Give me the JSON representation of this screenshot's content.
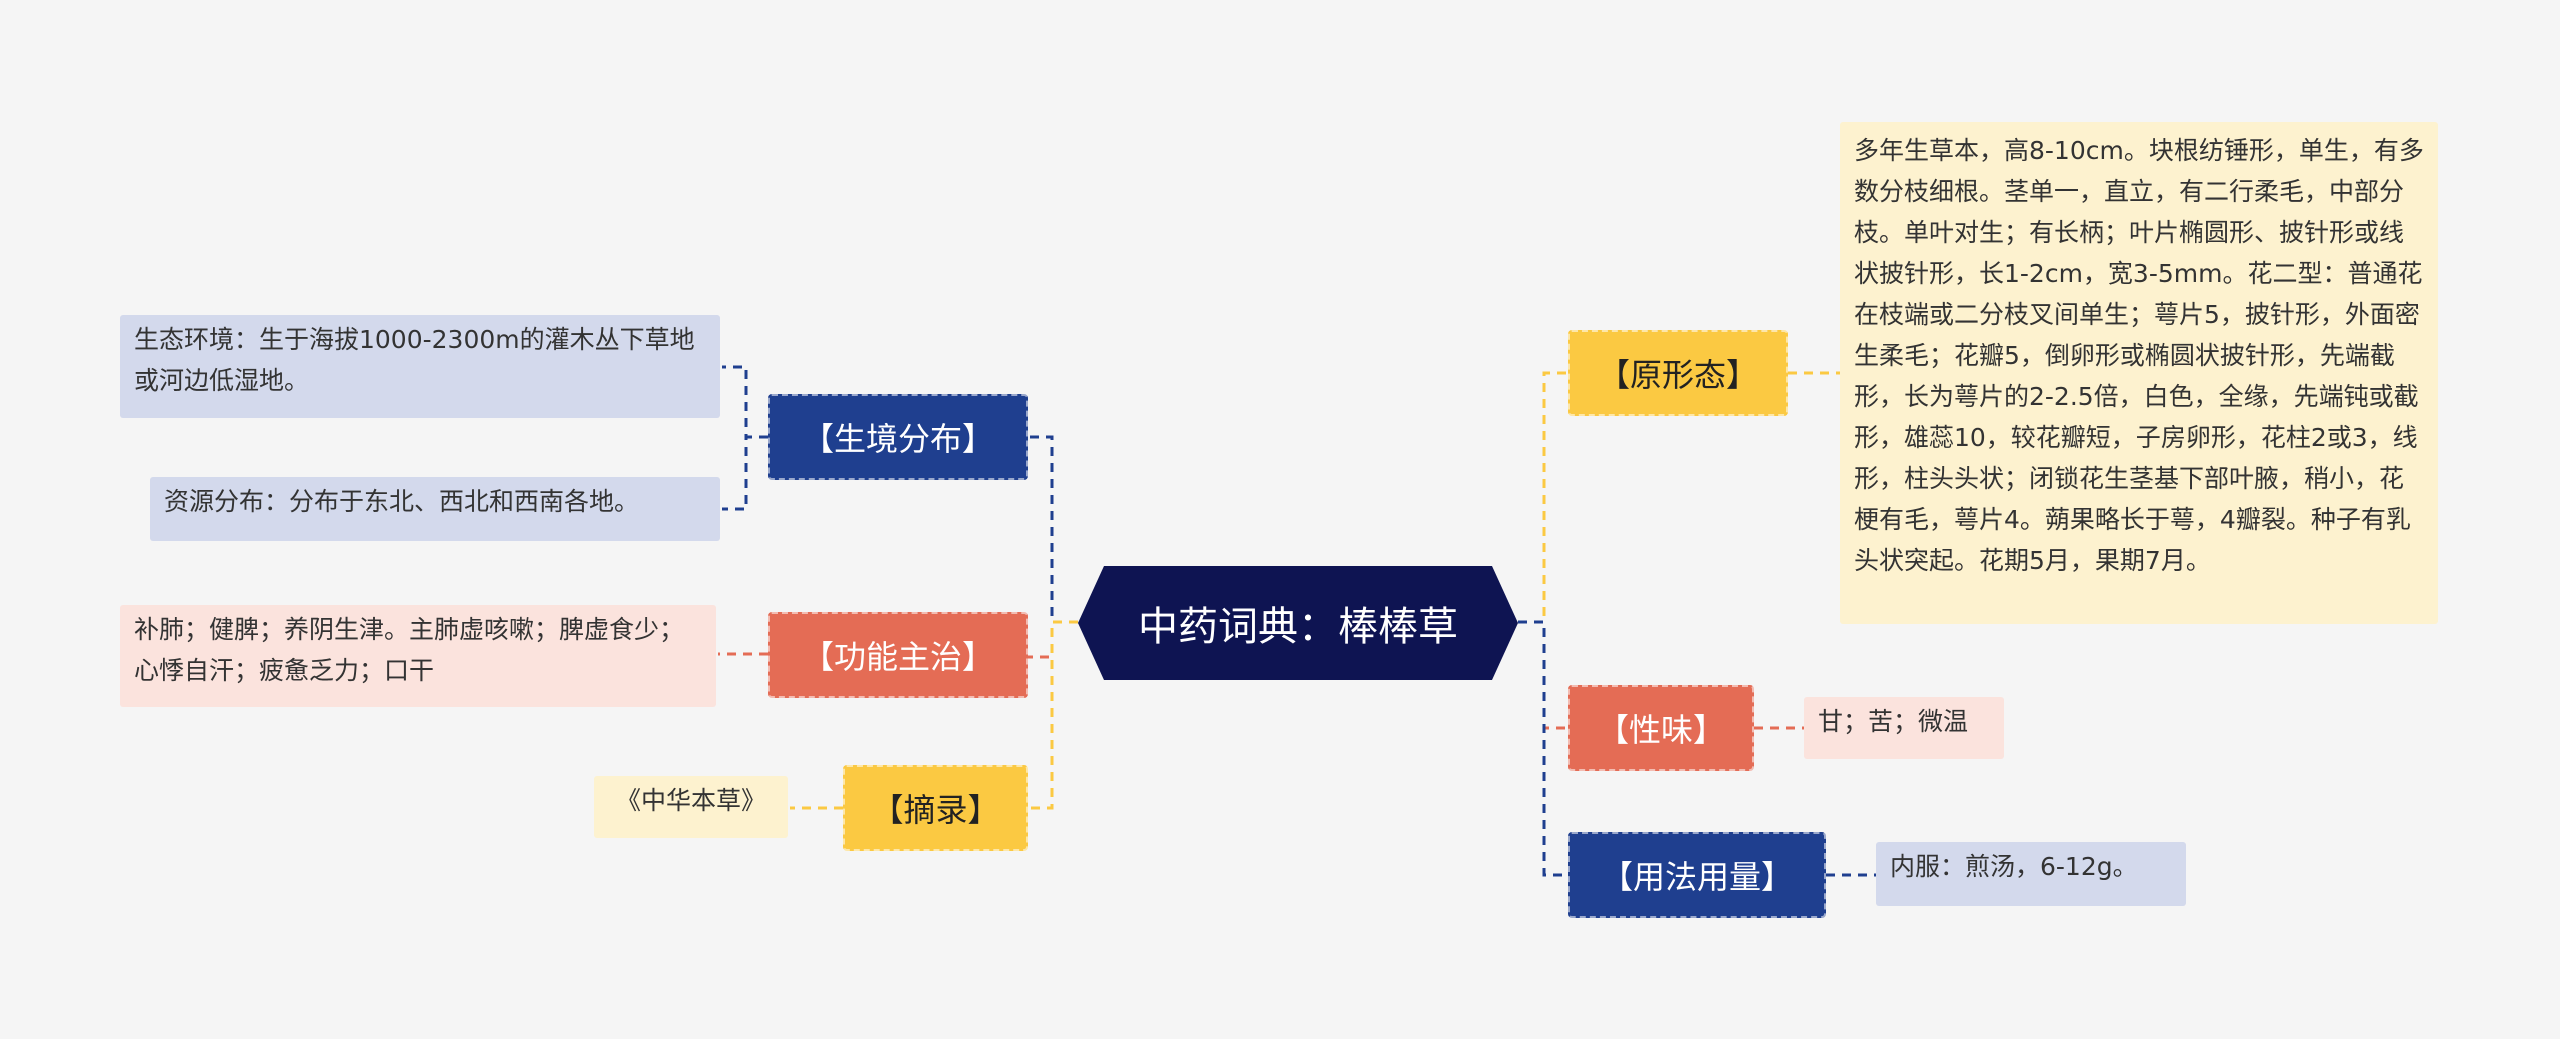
{
  "root": {
    "title": "中药词典：棒棒草"
  },
  "branches": {
    "habitat": {
      "label": "【生境分布】",
      "leaves": [
        "生态环境：生于海拔1000-2300m的灌木丛下草地或河边低湿地。",
        "资源分布：分布于东北、西北和西南各地。"
      ]
    },
    "function": {
      "label": "【功能主治】",
      "leaves": [
        "补肺；健脾；养阴生津。主肺虚咳嗽；脾虚食少；心悸自汗；疲惫乏力；口干"
      ]
    },
    "excerpt": {
      "label": "【摘录】",
      "leaves": [
        "《中华本草》"
      ]
    },
    "morphology": {
      "label": "【原形态】",
      "leaves": [
        "多年生草本，高8-10cm。块根纺锤形，单生，有多数分枝细根。茎单一，直立，有二行柔毛，中部分枝。单叶对生；有长柄；叶片椭圆形、披针形或线状披针形，长1-2cm，宽3-5mm。花二型：普通花在枝端或二分枝叉间单生；萼片5，披针形，外面密生柔毛；花瓣5，倒卵形或椭圆状披针形，先端截形，长为萼片的2-2.5倍，白色，全缘，先端钝或截形，雄蕊10，较花瓣短，子房卵形，花柱2或3，线形，柱头头状；闭锁花生茎基下部叶腋，稍小，花梗有毛，萼片4。蒴果略长于萼，4瓣裂。种子有乳头状突起。花期5月，果期7月。"
      ]
    },
    "taste": {
      "label": "【性味】",
      "leaves": [
        "甘；苦；微温"
      ]
    },
    "usage": {
      "label": "【用法用量】",
      "leaves": [
        "内服：煎汤，6-12g。"
      ]
    }
  },
  "colors": {
    "root": "#0e1452",
    "navy": "#1f3f8f",
    "coral": "#e46c55",
    "yellow": "#fbc942",
    "leaf_navy": "#d3d9ec",
    "leaf_coral": "#fbe3dd",
    "leaf_yellow": "#fdf2cf"
  }
}
